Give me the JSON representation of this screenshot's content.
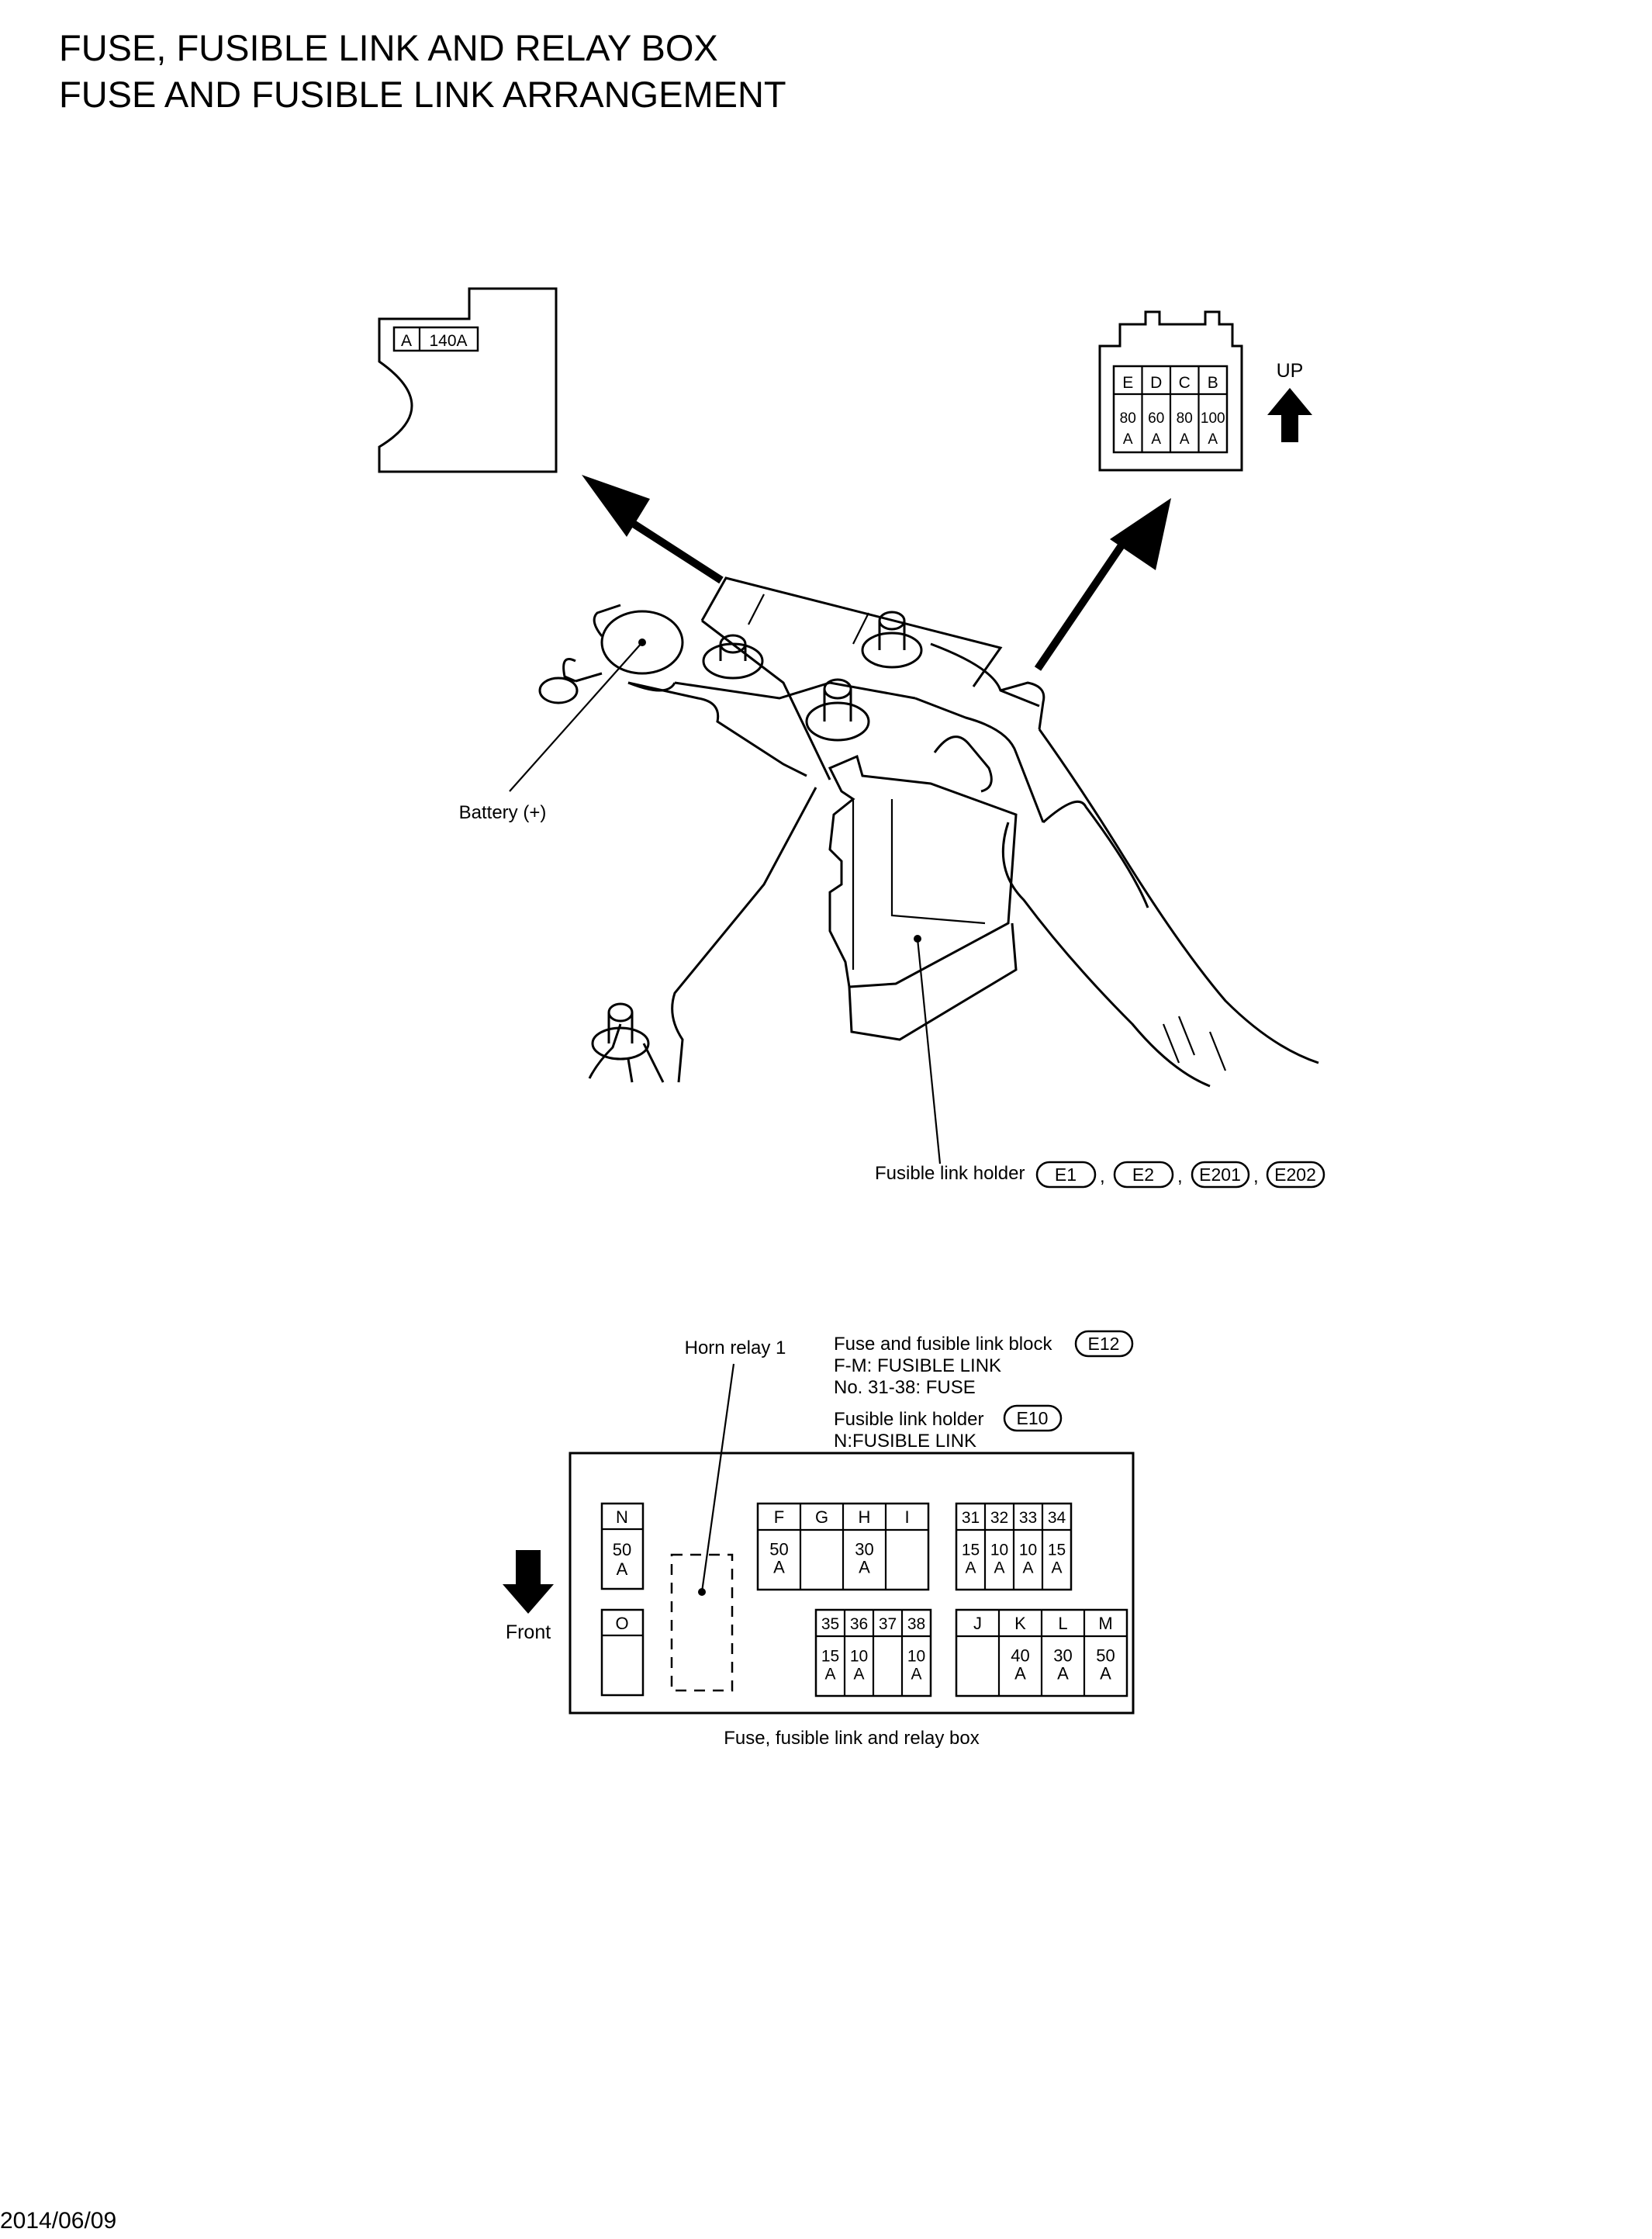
{
  "header": {
    "title_line1": "FUSE, FUSIBLE LINK AND RELAY BOX",
    "title_line2": "FUSE AND FUSIBLE LINK ARRANGEMENT"
  },
  "top_left_inset": {
    "letter": "A",
    "rating": "140A"
  },
  "top_right_inset": {
    "up_label": "UP",
    "letters": [
      "E",
      "D",
      "C",
      "B"
    ],
    "ratings_top": [
      "80",
      "60",
      "80",
      "100"
    ],
    "ratings_bottom": [
      "A",
      "A",
      "A",
      "A"
    ]
  },
  "battery_view": {
    "battery_label": "Battery (+)",
    "holder_label": "Fusible link holder",
    "connectors": [
      "E1",
      "E2",
      "E201",
      "E202"
    ],
    "separator": ","
  },
  "relay_box": {
    "horn_relay_label": "Horn relay 1",
    "block_label": "Fuse and fusible link block",
    "block_connector": "E12",
    "block_line2": "F-M: FUSIBLE LINK",
    "block_line3": "No. 31-38: FUSE",
    "holder_label": "Fusible link holder",
    "holder_connector": "E10",
    "holder_line2": "N:FUSIBLE LINK",
    "front_label": "Front",
    "box_caption": "Fuse, fusible link and relay box",
    "n": {
      "letter": "N",
      "top": "50",
      "bottom": "A"
    },
    "o": {
      "letter": "O"
    },
    "fghi": {
      "letters": [
        "F",
        "G",
        "H",
        "I"
      ],
      "tops": [
        "50",
        "",
        "30",
        ""
      ],
      "bottoms": [
        "A",
        "",
        "A",
        ""
      ]
    },
    "f31": {
      "letters": [
        "31",
        "32",
        "33",
        "34"
      ],
      "tops": [
        "15",
        "10",
        "10",
        "15"
      ],
      "bottoms": [
        "A",
        "A",
        "A",
        "A"
      ]
    },
    "f35": {
      "letters": [
        "35",
        "36",
        "37",
        "38"
      ],
      "tops": [
        "15",
        "10",
        "",
        "10"
      ],
      "bottoms": [
        "A",
        "A",
        "",
        "A"
      ]
    },
    "jklm": {
      "letters": [
        "J",
        "K",
        "L",
        "M"
      ],
      "tops": [
        "",
        "40",
        "30",
        "50"
      ],
      "bottoms": [
        "",
        "A",
        "A",
        "A"
      ]
    }
  },
  "footer": {
    "date": "2014/06/09"
  }
}
